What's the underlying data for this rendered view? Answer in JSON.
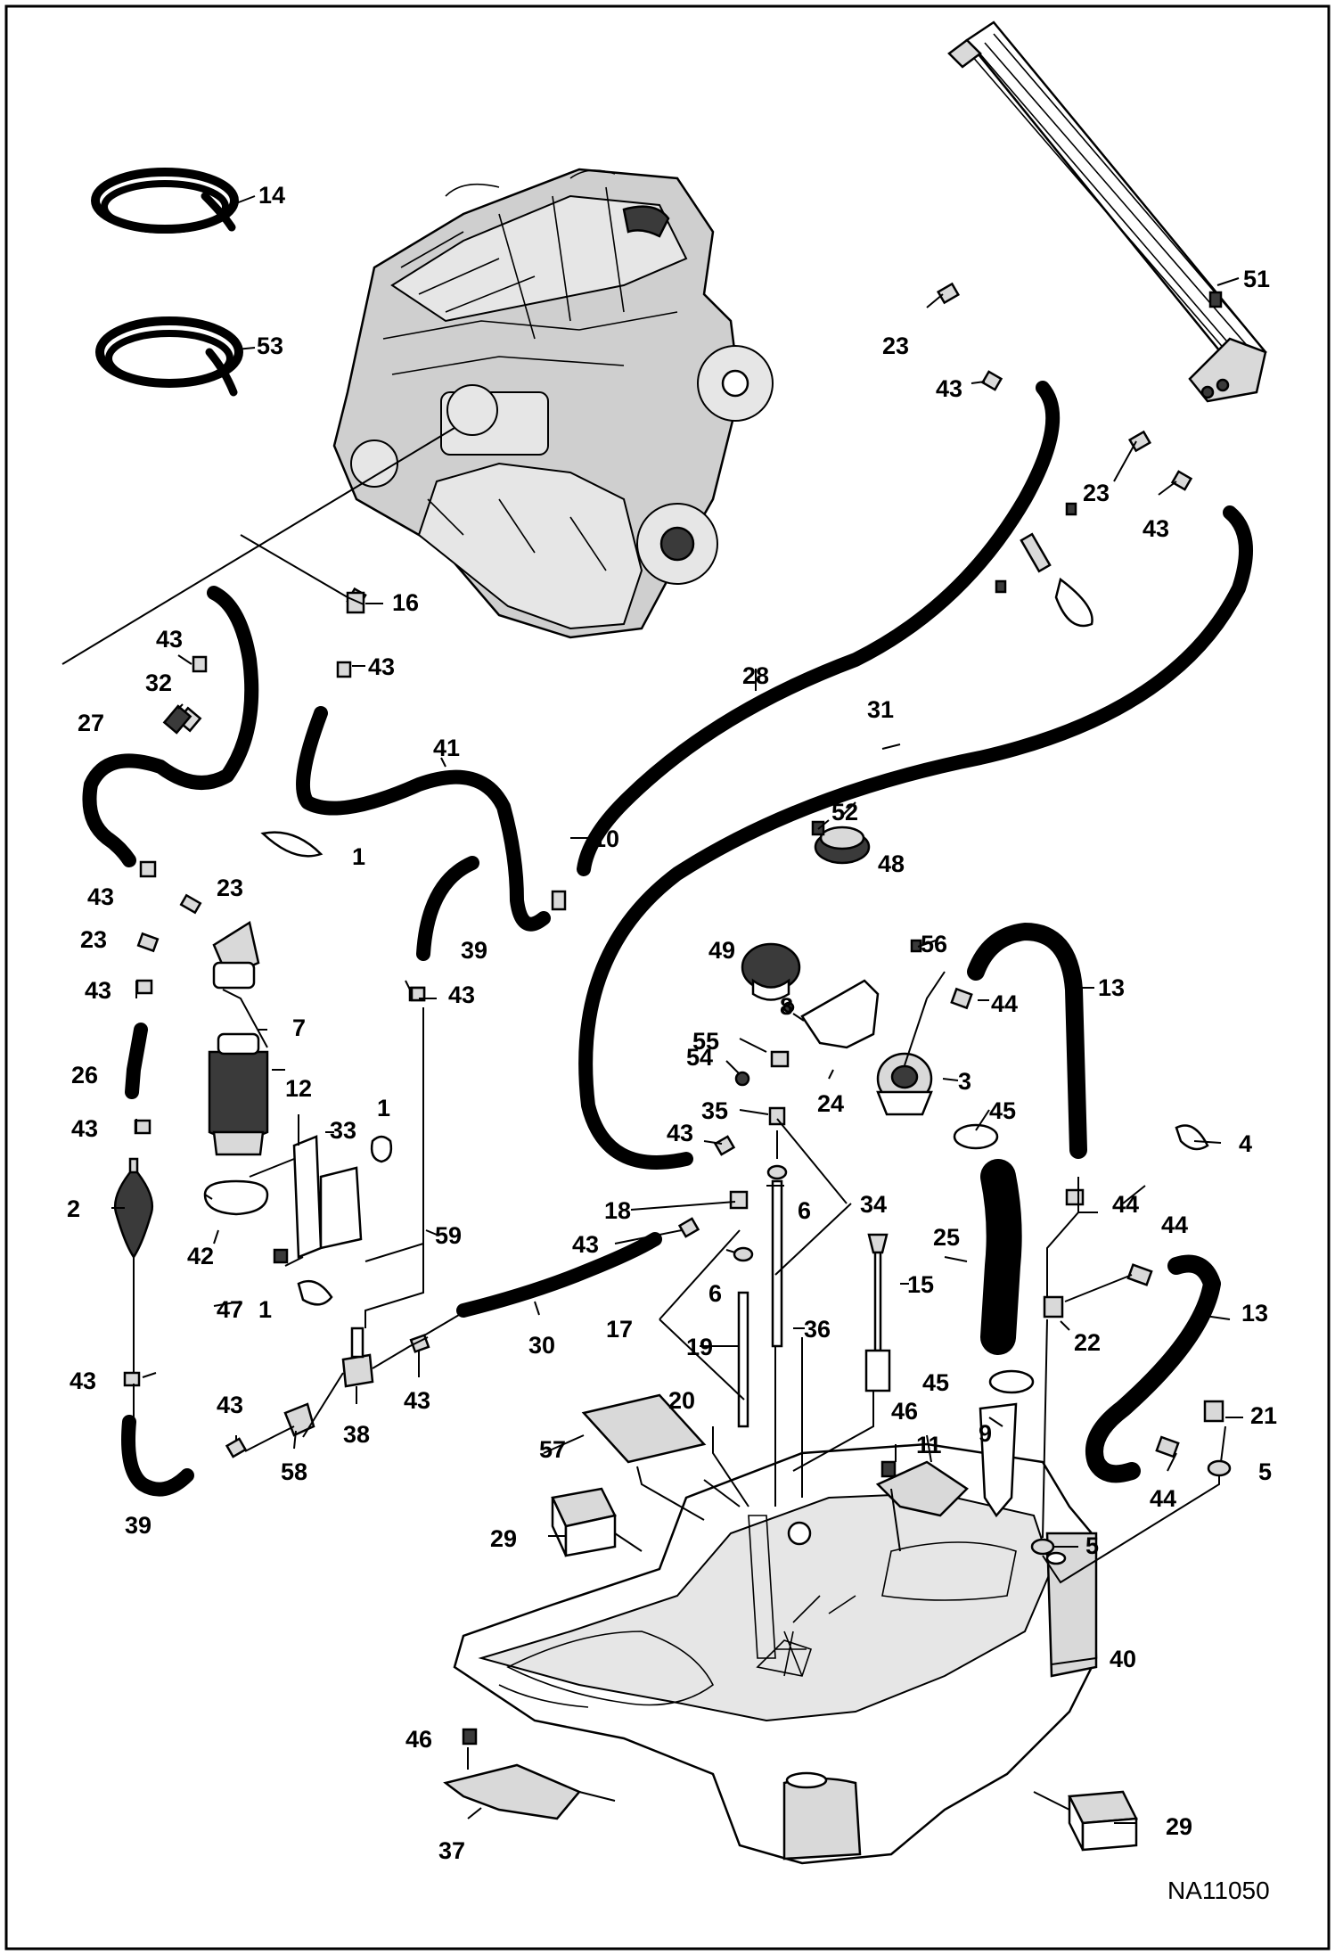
{
  "drawing_number": "NA11050",
  "callouts": [
    "14",
    "53",
    "16",
    "43",
    "32",
    "27",
    "23",
    "51",
    "28",
    "31",
    "41",
    "10",
    "1",
    "39",
    "52",
    "48",
    "49",
    "56",
    "13",
    "44",
    "8",
    "55",
    "54",
    "3",
    "24",
    "45",
    "4",
    "35",
    "34",
    "18",
    "6",
    "25",
    "22",
    "15",
    "17",
    "19",
    "36",
    "20",
    "21",
    "5",
    "7",
    "12",
    "33",
    "26",
    "2",
    "42",
    "47",
    "59",
    "30",
    "38",
    "58",
    "57",
    "11",
    "46",
    "9",
    "29",
    "40",
    "37"
  ]
}
